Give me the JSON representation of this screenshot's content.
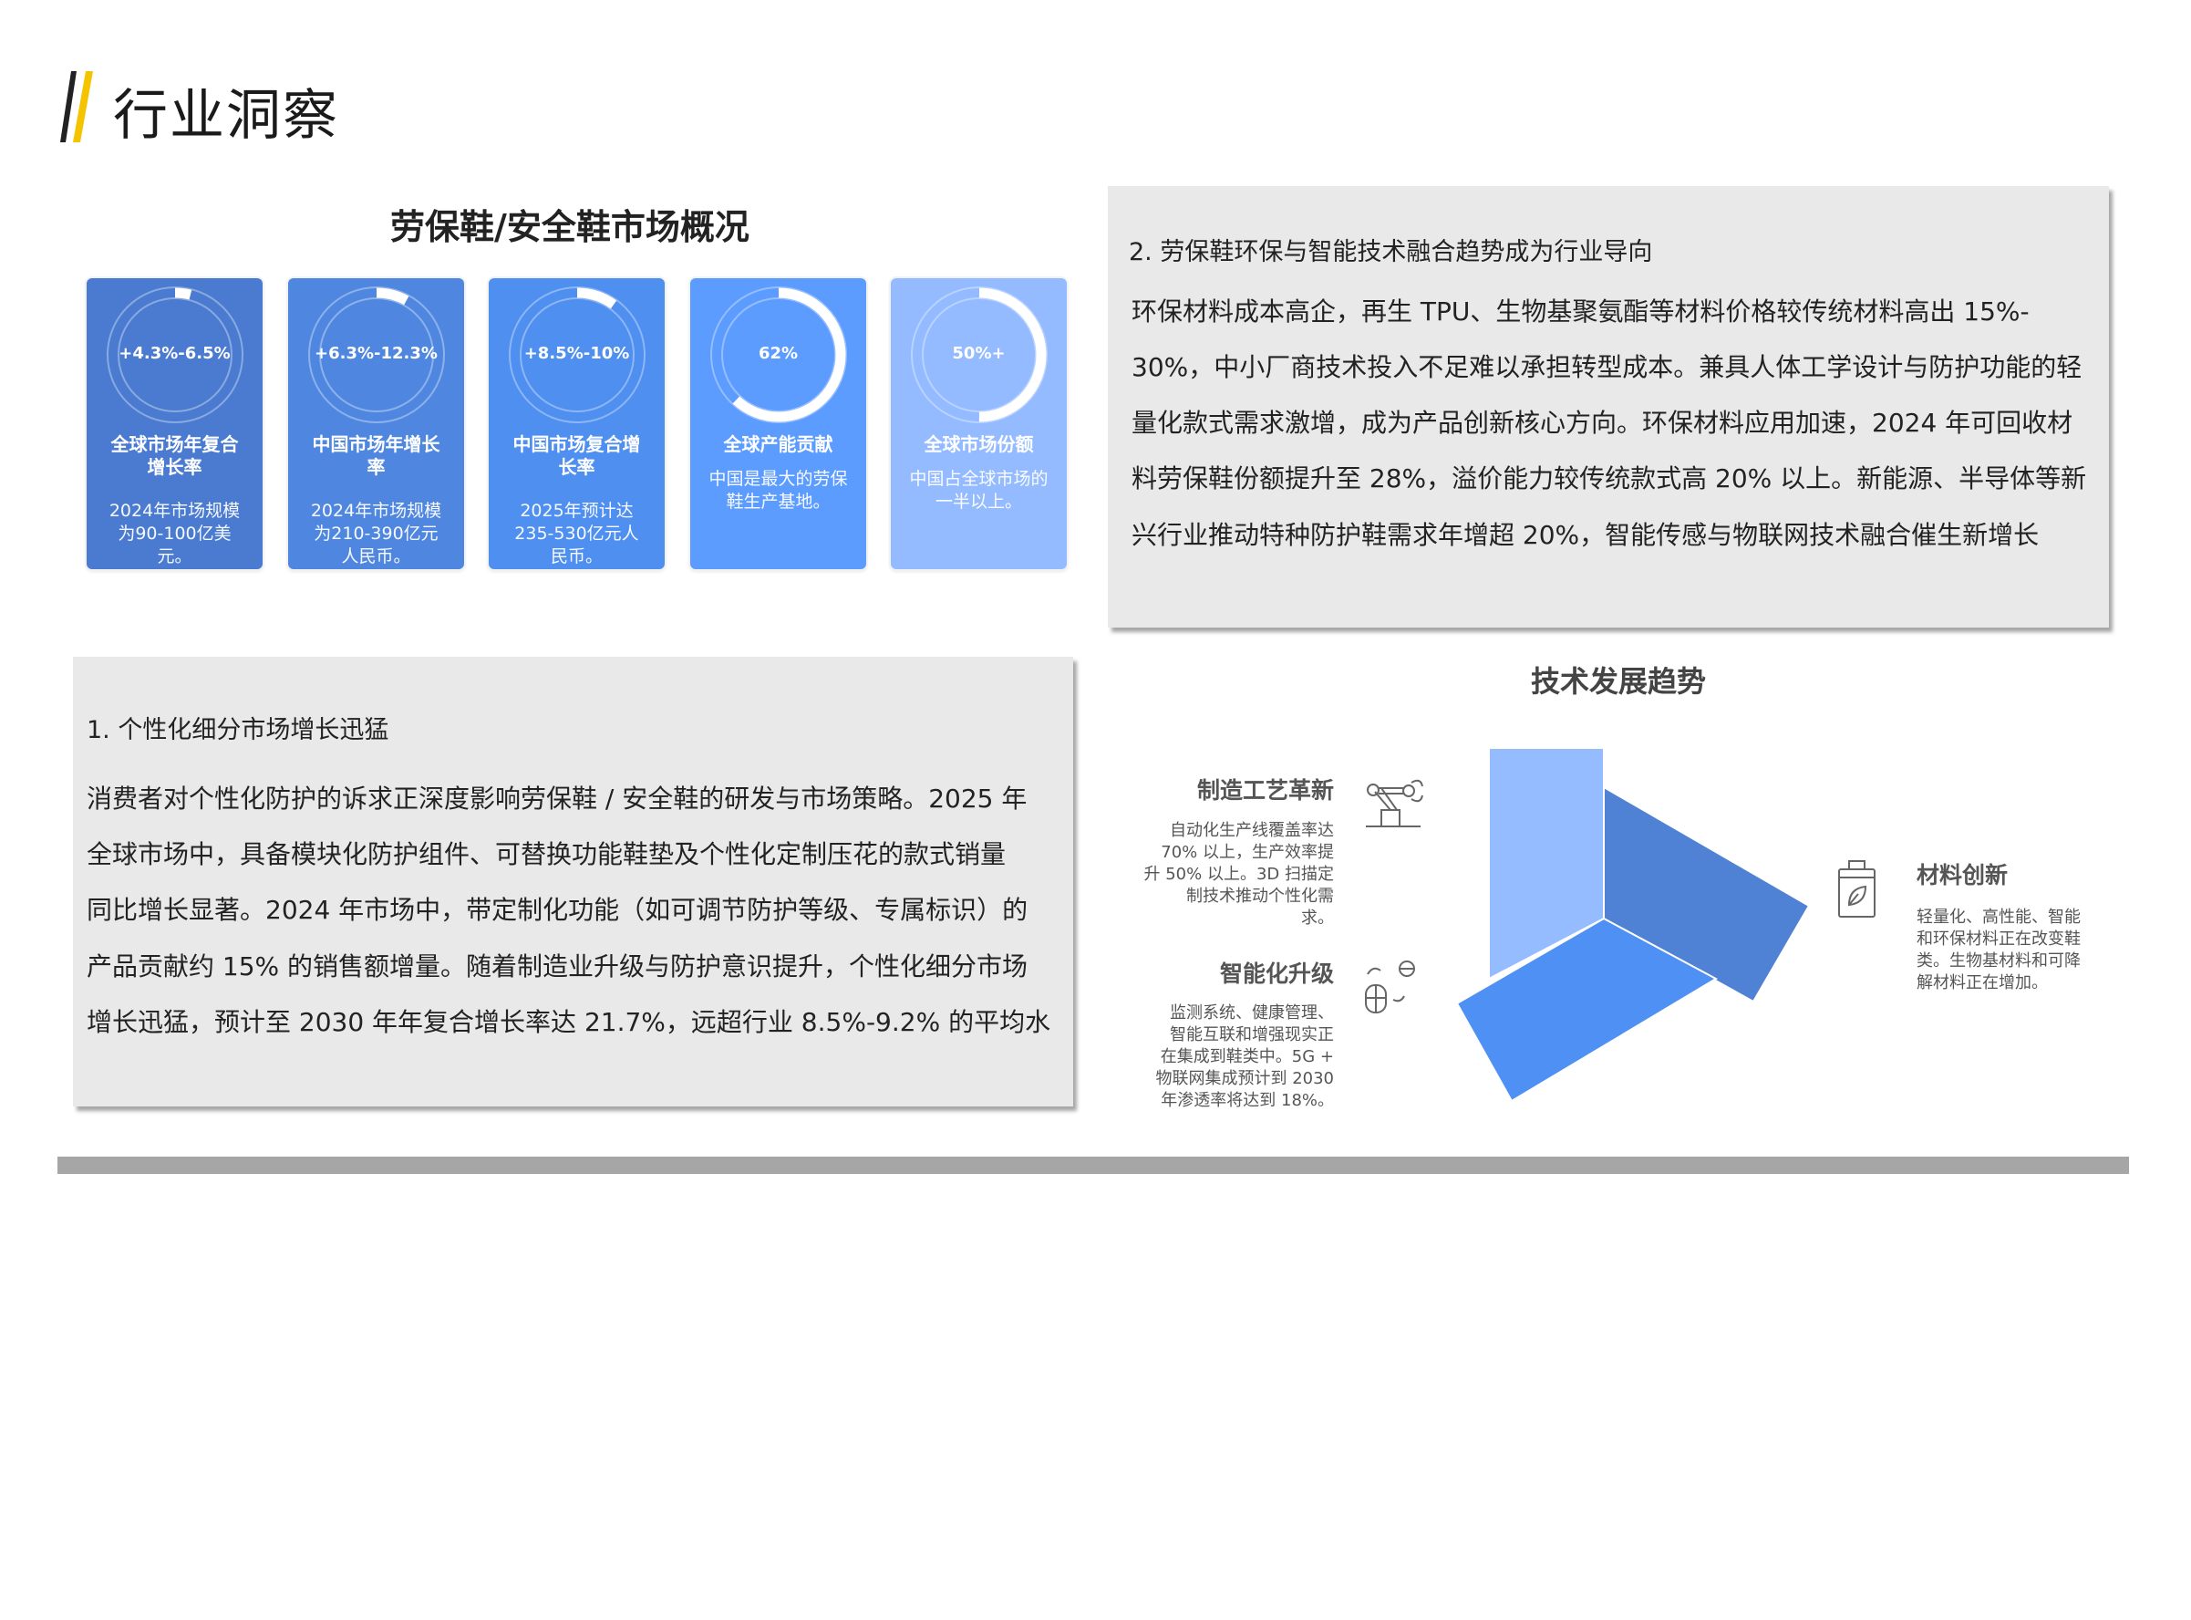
{
  "header": {
    "title": "行业洞察"
  },
  "overview": {
    "title": "劳保鞋/安全鞋市场概况",
    "cards": [
      {
        "value": "+4.3%-6.5%",
        "title": "全球市场年复合增长率",
        "desc": "2024年市场规模为90-100亿美元。",
        "fill": 0.04,
        "color": "#4a7bd0"
      },
      {
        "value": "+6.3%-12.3%",
        "title": "中国市场年增长率",
        "desc": "2024年市场规模为210-390亿元人民币。",
        "fill": 0.08,
        "color": "#4f87e0"
      },
      {
        "value": "+8.5%-10%",
        "title": "中国市场复合增长率",
        "desc": "2025年预计达235-530亿元人民币。",
        "fill": 0.1,
        "color": "#4f8ff0"
      },
      {
        "value": "62%",
        "title": "全球产能贡献",
        "desc": "中国是最大的劳保鞋生产基地。",
        "fill": 0.62,
        "color": "#5c9cff"
      },
      {
        "value": "50%+",
        "title": "全球市场份额",
        "desc": "中国占全球市场的一半以上。",
        "fill": 0.5,
        "color": "#94bbff"
      }
    ]
  },
  "insight1": {
    "heading": "1.  个性化细分市场增长迅猛",
    "lines": [
      "消费者对个性化防护的诉求正深度影响劳保鞋 / 安全鞋的研发与市场策略。2025 年",
      "全球市场中，具备模块化防护组件、可替换功能鞋垫及个性化定制压花的款式销量",
      "同比增长显著。2024 年市场中，带定制化功能（如可调节防护等级、专属标识）的",
      "产品贡献约 15% 的销售额增量。随着制造业升级与防护意识提升，个性化细分市场",
      "增长迅猛，预计至 2030 年年复合增长率达 21.7%，远超行业 8.5%-9.2% 的平均水"
    ]
  },
  "insight2": {
    "heading": "2. 劳保鞋环保与智能技术融合趋势成为行业导向",
    "lines": [
      "环保材料成本高企，再生 TPU、生物基聚氨酯等材料价格较传统材料高出 15%-",
      "30%，中小厂商技术投入不足难以承担转型成本。兼具人体工学设计与防护功能的轻",
      "量化款式需求激增，成为产品创新核心方向。环保材料应用加速，2024 年可回收材",
      "料劳保鞋份额提升至 28%，溢价能力较传统款式高 20% 以上。新能源、半导体等新",
      "兴行业推动特种防护鞋需求年增超 20%，智能传感与物联网技术融合催生新增长"
    ]
  },
  "trends": {
    "title": "技术发展趋势",
    "items": [
      {
        "label": "制造工艺革新",
        "icon": "robot-arm-icon",
        "desc_lines": [
          "自动化生产线覆盖率达",
          "70% 以上，生产效率提",
          "升 50% 以上。3D 扫描定",
          "制技术推动个性化需",
          "求。"
        ],
        "color": "#95bcff"
      },
      {
        "label": "材料创新",
        "icon": "leaf-battery-icon",
        "desc_lines": [
          "轻量化、高性能、智能",
          "和环保材料正在改变鞋",
          "类。生物基材料和可降",
          "解材料正在增加。"
        ],
        "color": "#4f82d4"
      },
      {
        "label": "智能化升级",
        "icon": "smart-device-icon",
        "desc_lines": [
          "监测系统、健康管理、",
          "智能互联和增强现实正",
          "在集成到鞋类中。5G +",
          "物联网集成预计到 2030",
          "年渗透率将达到 18%。"
        ],
        "color": "#4f90f5"
      }
    ]
  }
}
